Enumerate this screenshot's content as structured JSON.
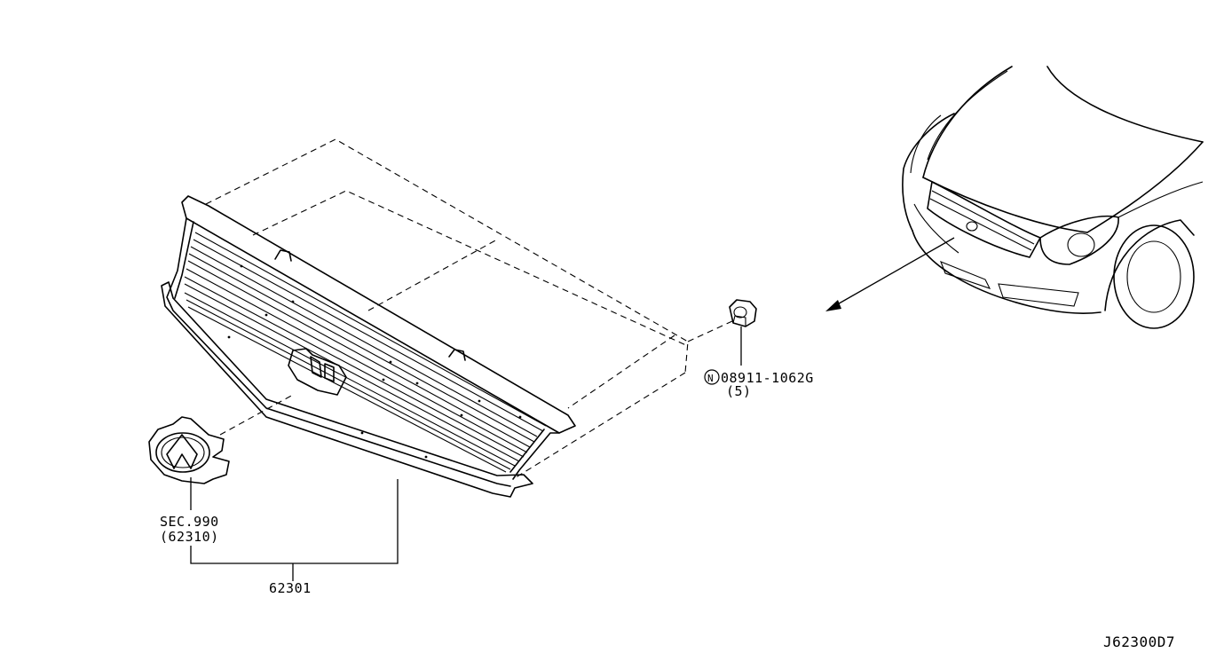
{
  "diagram_id": "J62300D7",
  "parts": [
    {
      "ref": "sec990",
      "label": "SEC.990",
      "sublabel": "(62310)"
    },
    {
      "ref": "grille",
      "label": "62301"
    },
    {
      "ref": "nut",
      "marker": "N",
      "label": "08911-1062G",
      "quantity": "(5)"
    }
  ],
  "colors": {
    "line": "#000000",
    "background": "#ffffff"
  }
}
